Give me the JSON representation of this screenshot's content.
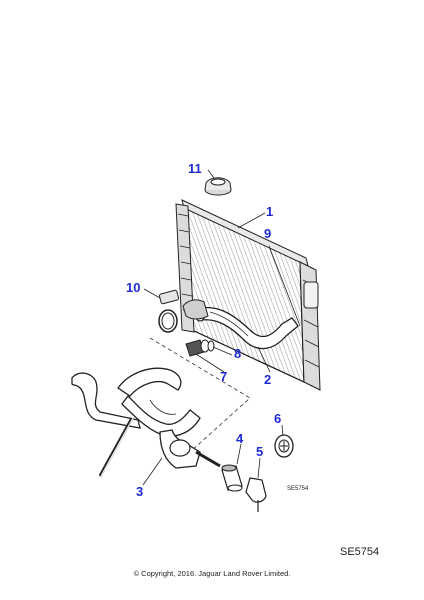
{
  "diagram": {
    "callouts": [
      "1",
      "2",
      "3",
      "4",
      "5",
      "6",
      "7",
      "8",
      "9",
      "10",
      "11"
    ],
    "inner_ref": "SE5754"
  },
  "footer": {
    "ref_code": "SE5754",
    "copyright": "© Copyright, 2016. Jaguar Land Rover Limited."
  }
}
